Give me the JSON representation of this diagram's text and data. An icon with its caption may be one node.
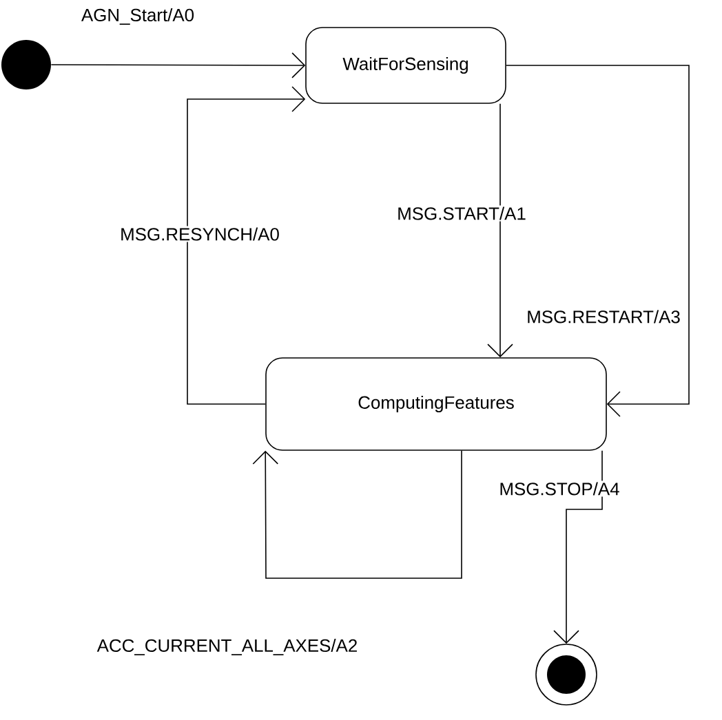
{
  "diagram": {
    "nodes": [
      {
        "text": [],
        "shape": "circle"
      },
      {
        "text": [
          "WaitForSensing"
        ]
      },
      {
        "text": [
          "ComputingFeatures"
        ]
      },
      {
        "text": [],
        "shape": "circle"
      }
    ],
    "edges": [
      {
        "from": 0,
        "to": 1,
        "arrow": "to",
        "label": "AGN_Start/A0"
      },
      {
        "from": 2,
        "to": 1,
        "arrow": "to",
        "label": "MSG.RESYNCH/A0"
      },
      {
        "from": 1,
        "to": 2,
        "arrow": "to",
        "label": "MSG.START/A1"
      },
      {
        "from": 1,
        "to": 2,
        "arrow": "to",
        "label": "MSG.RESTART/A3"
      },
      {
        "from": 2,
        "to": 2,
        "arrow": "to",
        "label": "ACC_CURRENT_ALL_AXES/A2"
      },
      {
        "from": 2,
        "to": 3,
        "arrow": "to",
        "label": "MSG.STOP/A4"
      }
    ]
  }
}
